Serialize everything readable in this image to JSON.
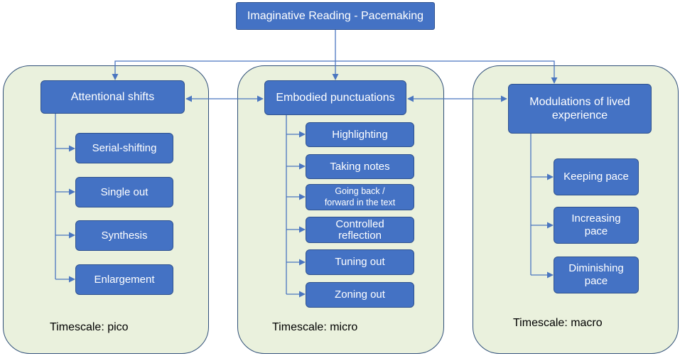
{
  "title": "Imaginative Reading - Pacemaking",
  "columns": [
    {
      "header": "Attentional shifts",
      "items": [
        "Serial-shifting",
        "Single out",
        "Synthesis",
        "Enlargement"
      ],
      "timescale": "Timescale: pico"
    },
    {
      "header": "Embodied punctuations",
      "items": [
        "Highlighting",
        "Taking notes",
        "Going back / forward in the text",
        "Controlled reflection",
        "Tuning out",
        "Zoning out"
      ],
      "timescale": "Timescale: micro"
    },
    {
      "header": "Modulations of lived experience",
      "items": [
        "Keeping pace",
        "Increasing pace",
        "Diminishing pace"
      ],
      "timescale": "Timescale: macro"
    }
  ],
  "colors": {
    "node_fill": "#4472c4",
    "node_border": "#2f528f",
    "panel_fill": "#eaf1dd",
    "panel_border": "#2f4f78",
    "connector": "#4a76c0"
  }
}
